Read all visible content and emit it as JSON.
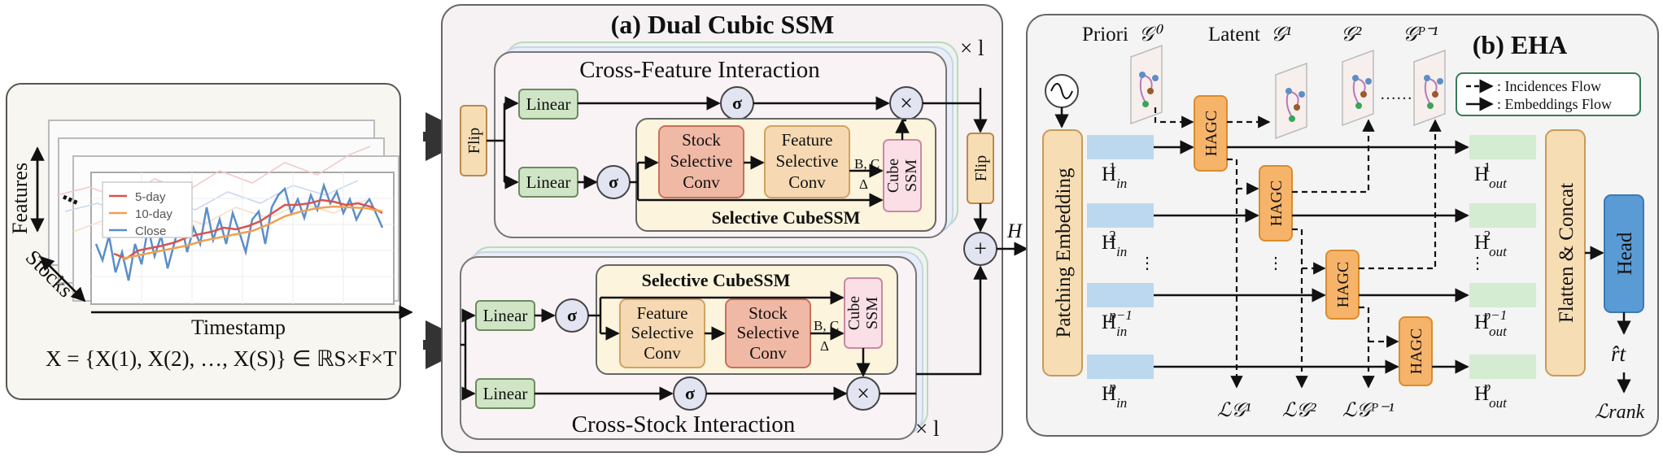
{
  "input_panel": {
    "legend": [
      "5-day",
      "10-day",
      "Close"
    ],
    "axis_features": "Features",
    "axis_stocks": "Stocks",
    "axis_timestamp": "Timestamp",
    "formula": "X = {X(1), X(2), …, X(S)} ∈ ℝS×F×T",
    "colors": {
      "five_day": "#d9534f",
      "ten_day": "#f0a050",
      "close": "#5b8fc7"
    }
  },
  "dual_panel": {
    "title": "(a) Dual Cubic SSM",
    "times_l": "× l",
    "flip": "Flip",
    "linear": "Linear",
    "sigma": "σ",
    "multiply": "×",
    "plus": "+",
    "cross_feature": "Cross-Feature Interaction",
    "cross_stock": "Cross-Stock Interaction",
    "selective_cubessm": "Selective CubeSSM",
    "stock_conv": [
      "Stock",
      "Selective",
      "Conv"
    ],
    "feature_conv": [
      "Feature",
      "Selective",
      "Conv"
    ],
    "bc": "B, C",
    "delta": "Δ",
    "cube_ssm": [
      "Cube",
      "SSM"
    ],
    "h_label": "H"
  },
  "eha_panel": {
    "title": "(b) EHA",
    "priori": "Priori",
    "latent": "Latent",
    "graph_labels": [
      "𝒢⁰",
      "𝒢¹",
      "𝒢²",
      "𝒢ᴾ⁻¹"
    ],
    "dots": "……",
    "legend_incidences": ": Incidences Flow",
    "legend_embeddings": ": Embeddings Flow",
    "patching": "Patching Embedding",
    "hagc": "HAGC",
    "flatten": "Flatten & Concat",
    "head": "Head",
    "h_in": [
      {
        "base": "H",
        "sub": "in",
        "sup": "1"
      },
      {
        "base": "H",
        "sub": "in",
        "sup": "2"
      },
      {
        "base": "H",
        "sub": "in",
        "sup": "p−1"
      },
      {
        "base": "H",
        "sub": "in",
        "sup": "p"
      }
    ],
    "h_out": [
      {
        "base": "H",
        "sub": "out",
        "sup": "1"
      },
      {
        "base": "H",
        "sub": "out",
        "sup": "2"
      },
      {
        "base": "H",
        "sub": "out",
        "sup": "p−1"
      },
      {
        "base": "H",
        "sub": "out",
        "sup": "p"
      }
    ],
    "losses": [
      "ℒ𝒢¹",
      "ℒ𝒢²",
      "ℒ𝒢ᴾ⁻¹"
    ],
    "r_hat": "r̂t",
    "l_rank": "ℒrank",
    "vdots": "⋮"
  }
}
